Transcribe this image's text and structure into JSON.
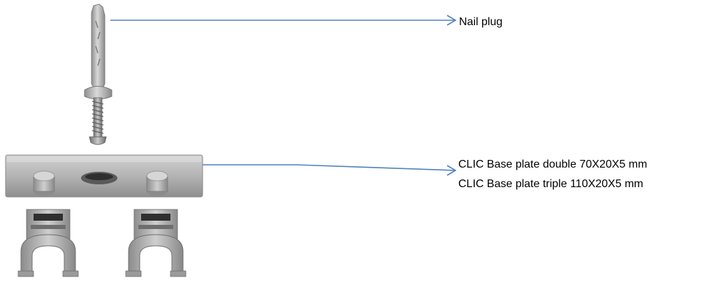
{
  "callouts": {
    "nail_plug": "Nail plug",
    "base_plate_double": "CLIC Base plate double 70X20X5 mm",
    "base_plate_triple": "CLIC Base plate triple 110X20X5 mm"
  },
  "colors": {
    "leader_line": "#4f81bd",
    "part_gray": "#a6a6a6"
  },
  "parts": [
    "nail-plug",
    "base-plate",
    "clip-left",
    "clip-right"
  ]
}
